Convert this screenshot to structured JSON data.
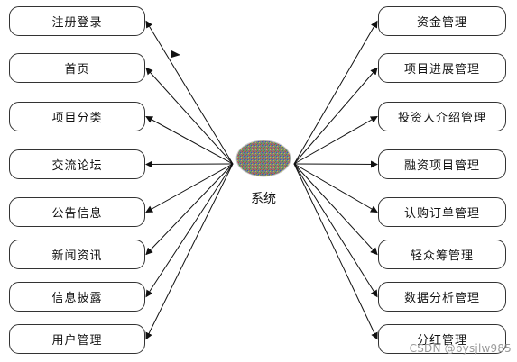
{
  "center": {
    "label": "系统"
  },
  "left_nodes": [
    {
      "label": "注册登录"
    },
    {
      "label": "首页"
    },
    {
      "label": "项目分类"
    },
    {
      "label": "交流论坛"
    },
    {
      "label": "公告信息"
    },
    {
      "label": "新闻资讯"
    },
    {
      "label": "信息披露"
    },
    {
      "label": "用户管理"
    }
  ],
  "right_nodes": [
    {
      "label": "资金管理"
    },
    {
      "label": "项目进展管理"
    },
    {
      "label": "投资人介绍管理"
    },
    {
      "label": "融资项目管理"
    },
    {
      "label": "认购订单管理"
    },
    {
      "label": "轻众筹管理"
    },
    {
      "label": "数据分析管理"
    },
    {
      "label": "分红管理"
    }
  ],
  "watermark": "CSDN @bysjlw985"
}
